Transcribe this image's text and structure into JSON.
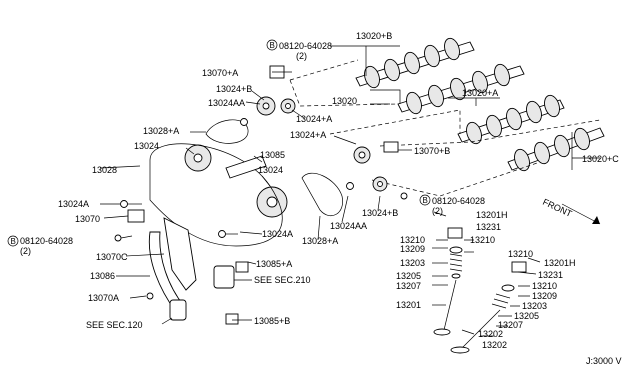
{
  "diagram": {
    "labels": {
      "bolt_08120_64028_top": "08120-64028",
      "bolt_qty_top": "(2)",
      "p13020_B": "13020+B",
      "p13070_A": "13070+A",
      "p13024_B_top": "13024+B",
      "p13024AA_top": "13024AA",
      "p13020": "13020",
      "p13024_A_top": "13024+A",
      "p13020_A": "13020+A",
      "p13028_A_top": "13028+A",
      "p13024_left": "13024",
      "p13085": "13085",
      "p13024_center": "13024",
      "p13028": "13028",
      "p13024_A_mid": "13024+A",
      "p13070_B": "13070+B",
      "p13020_C": "13020+C",
      "p13024A_left": "13024A",
      "p13070": "13070",
      "bolt_08120_64028_left": "08120-64028",
      "bolt_qty_left": "(2)",
      "p13070C": "13070C",
      "p13086": "13086",
      "p13070A": "13070A",
      "see_sec_120": "SEE SEC.120",
      "p13024A_center": "13024A",
      "p13085_A": "13085+A",
      "see_sec_210": "SEE SEC.210",
      "p13085_B": "13085+B",
      "p13024AA_mid": "13024AA",
      "p13028_A_mid": "13028+A",
      "p13024_B_mid": "13024+B",
      "bolt_08120_64028_right": "08120-64028",
      "bolt_qty_right": "(2)",
      "p13201H": "13201H",
      "p13231": "13231",
      "p13210_a": "13210",
      "p13210_b": "13210",
      "p13209": "13209",
      "p13203": "13203",
      "p13205": "13205",
      "p13207": "13207",
      "p13201": "13201",
      "p13202": "13202",
      "r13210": "13210",
      "r13201H": "13201H",
      "r13231": "13231",
      "r13210_b": "13210",
      "r13209": "13209",
      "r13203": "13203",
      "r13205": "13205",
      "r13207": "13207",
      "r13202": "13202",
      "front": "FRONT",
      "ref_code": "J:3000 V"
    },
    "bolt_marker": "B"
  }
}
